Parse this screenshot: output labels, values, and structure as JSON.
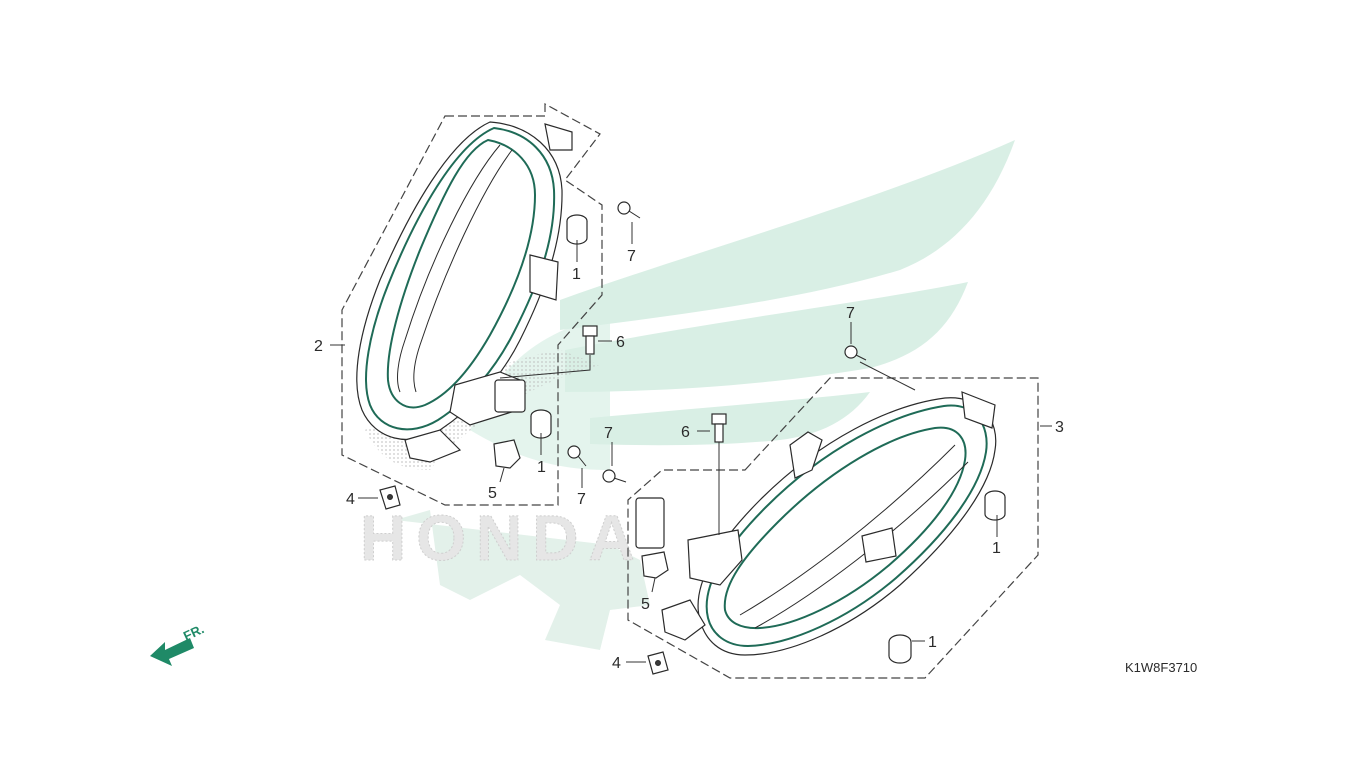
{
  "diagram": {
    "watermark": {
      "brand_text": "HONDA",
      "wing_color": "#d9efe5",
      "gear_color": "#e3f1ea"
    },
    "accent_color": "#1f8a67",
    "outline_color": "#1f6b57",
    "front_indicator": {
      "label": "FR."
    },
    "drawing_code": "K1W8F3710",
    "callouts": {
      "left_assembly": "2",
      "right_assembly": "3",
      "left_cap_upper": "1",
      "left_cap_lower": "1",
      "right_cap_upper": "1",
      "right_cap_lower": "1",
      "left_nut": "4",
      "right_nut": "4",
      "left_socket": "5",
      "right_socket": "5",
      "left_bolt": "6",
      "right_bolt": "6",
      "left_screw_top": "7",
      "left_screw_mid": "7",
      "center_screw": "7",
      "right_screw_top": "7"
    }
  }
}
